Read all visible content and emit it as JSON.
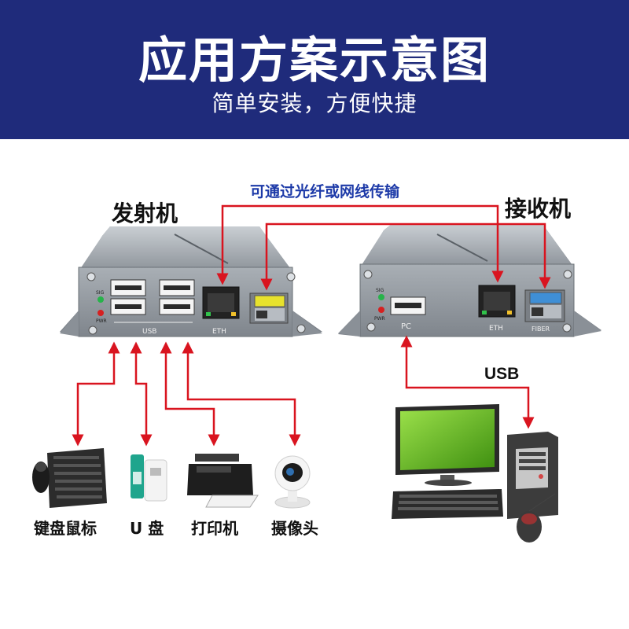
{
  "header": {
    "title": "应用方案示意图",
    "subtitle": "简单安装，方便快捷",
    "bg_color": "#1f2b7b"
  },
  "transmitter": {
    "label": "发射机",
    "port_labels": {
      "usb": "USB",
      "eth": "ETH",
      "sig": "SIG",
      "pwr": "PWR"
    }
  },
  "receiver": {
    "label": "接收机",
    "port_labels": {
      "pc": "PC",
      "eth": "ETH",
      "fiber": "FIBER",
      "sig": "SIG",
      "pwr": "PWR"
    }
  },
  "link_label": "可通过光纤或网线传输",
  "usb_label": "USB",
  "devices": [
    {
      "label": "键盘鼠标",
      "icon": "keyboard-mouse-icon"
    },
    {
      "label": "U 盘",
      "icon": "usb-drive-icon"
    },
    {
      "label": "打印机",
      "icon": "printer-icon"
    },
    {
      "label": "摄像头",
      "icon": "camera-icon"
    }
  ],
  "computer_icon": "computer-icon",
  "colors": {
    "arrow": "#d9141f",
    "link_text": "#1d3aa8",
    "chassis": "#9ea4aa",
    "monitor_screen": "#6bbf1e"
  }
}
